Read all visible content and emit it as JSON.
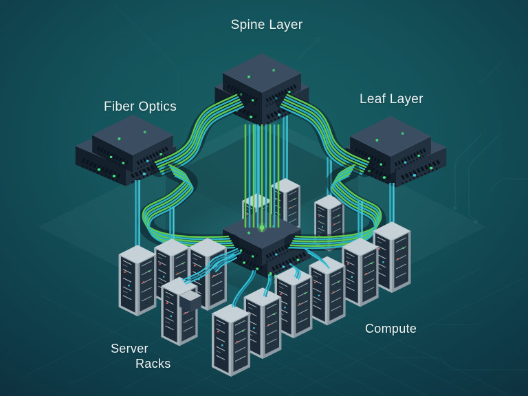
{
  "labels": {
    "spine_layer": "Spine Layer",
    "fiber_optics": "Fiber Optics",
    "leaf_layer": "Leaf Layer",
    "server_racks_line1": "Server",
    "server_racks_line2": "Racks",
    "compute": "Compute"
  },
  "diagram": {
    "type": "isometric-network-topology",
    "nodes": [
      {
        "id": "spine-switch",
        "type": "switch-stack",
        "label": "Spine Layer"
      },
      {
        "id": "fiber-switch",
        "type": "switch-stack",
        "label": "Fiber Optics"
      },
      {
        "id": "leaf-switch",
        "type": "switch-stack",
        "label": "Leaf Layer"
      },
      {
        "id": "core-switch",
        "type": "switch-stack",
        "label": ""
      },
      {
        "id": "server-racks",
        "type": "rack-group",
        "label": "Server Racks",
        "count": 13
      },
      {
        "id": "compute-area",
        "type": "zone",
        "label": "Compute"
      }
    ],
    "connections": [
      {
        "from": "spine-switch",
        "to": "fiber-switch",
        "style": "fiber-bundle",
        "strands": 6
      },
      {
        "from": "spine-switch",
        "to": "leaf-switch",
        "style": "fiber-bundle",
        "strands": 6
      },
      {
        "from": "spine-switch",
        "to": "core-switch",
        "style": "fiber-bundle",
        "strands": 9
      },
      {
        "from": "fiber-switch",
        "to": "core-switch",
        "style": "fiber-bundle",
        "strands": 6
      },
      {
        "from": "leaf-switch",
        "to": "core-switch",
        "style": "fiber-bundle",
        "strands": 6
      },
      {
        "from": "core-switch",
        "to": "server-racks",
        "style": "cyan-patch-cables"
      },
      {
        "from": "fiber-switch",
        "to": "server-racks",
        "style": "cyan-uplink"
      },
      {
        "from": "leaf-switch",
        "to": "server-racks",
        "style": "cyan-uplink"
      }
    ]
  },
  "colors": {
    "background_center": "#176164",
    "background_edge": "#0d2e3c",
    "cable_green": "#5fca4e",
    "cable_cyan": "#2eb4c6",
    "patch_cyan": "#34c2d7",
    "switch_top": "#3b4e61",
    "switch_front_left": "#131f2b",
    "switch_front_right": "#223140",
    "rack_frame": "#a6b2ba",
    "rack_panel": "#1c2a37",
    "led_green": "#46e57d",
    "label_text": "#f0f5f6"
  }
}
